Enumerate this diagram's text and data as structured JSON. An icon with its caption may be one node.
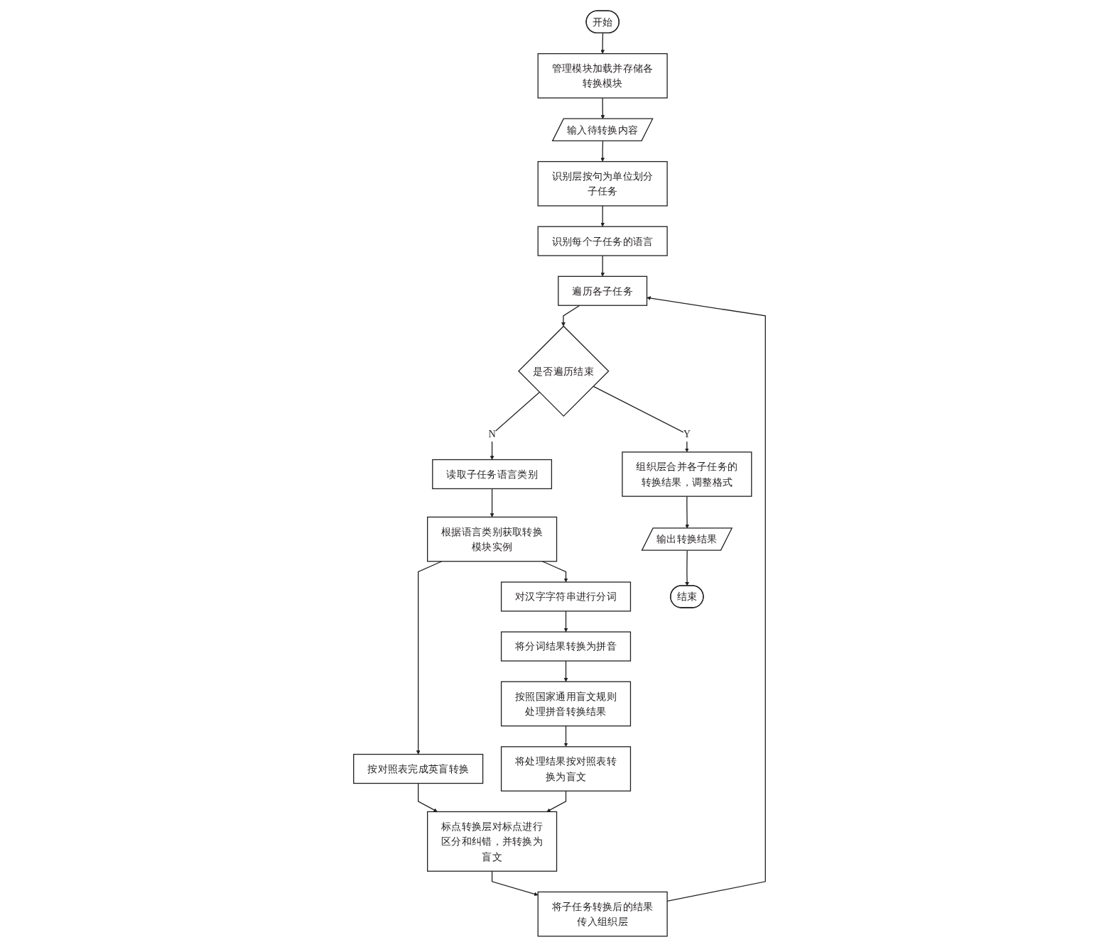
{
  "diagram": {
    "nodes": [
      {
        "text": [
          "开始"
        ]
      },
      {
        "text": [
          "管理模块加载并存储各转换模块"
        ]
      },
      {
        "text": [
          "输入待转换内容"
        ]
      },
      {
        "text": [
          "识别层按句为单位划分子任务"
        ]
      },
      {
        "text": [
          "识别每个子任务的语言"
        ]
      },
      {
        "text": [
          "遍历各子任务"
        ]
      },
      {
        "text": [
          "是否遍历结束"
        ]
      },
      {
        "text": [
          "读取子任务语言类别"
        ]
      },
      {
        "text": [
          "根据语言类别获取转换模块实例"
        ]
      },
      {
        "text": [
          "按对照表完成英盲转换"
        ]
      },
      {
        "text": [
          "对汉字字符串进行分词"
        ]
      },
      {
        "text": [
          "将分词结果转换为拼音"
        ]
      },
      {
        "text": [
          "按照国家通用盲文规则处理拼音转换结果"
        ]
      },
      {
        "text": [
          "将处理结果按对照表转换为盲文"
        ]
      },
      {
        "text": [
          "标点转换层对标点进行区分和纠错，并转换为盲文"
        ]
      },
      {
        "text": [
          "将子任务转换后的结果传入组织层"
        ]
      },
      {
        "text": [
          "组织层合并各子任务的转换结果，调整格式"
        ]
      },
      {
        "text": [
          "输出转换结果"
        ]
      },
      {
        "text": [
          "结束"
        ]
      }
    ],
    "edges": [
      {
        "from": 0,
        "to": 1,
        "arrow": "to"
      },
      {
        "from": 1,
        "to": 2,
        "arrow": "to"
      },
      {
        "from": 2,
        "to": 3,
        "arrow": "to"
      },
      {
        "from": 3,
        "to": 4,
        "arrow": "to"
      },
      {
        "from": 4,
        "to": 5,
        "arrow": "to"
      },
      {
        "from": 15,
        "to": 5,
        "arrow": "to"
      },
      {
        "from": 5,
        "to": 6,
        "arrow": "to"
      },
      {
        "from": 6,
        "to": 7,
        "arrow": "to",
        "label": "N"
      },
      {
        "from": 6,
        "to": 16,
        "arrow": "to",
        "label": "Y"
      },
      {
        "from": 7,
        "to": 8,
        "arrow": "to"
      },
      {
        "from": 8,
        "to": 9,
        "arrow": "to"
      },
      {
        "from": 8,
        "to": 10,
        "arrow": "to"
      },
      {
        "from": 10,
        "to": 11,
        "arrow": "to"
      },
      {
        "from": 11,
        "to": 12,
        "arrow": "to"
      },
      {
        "from": 12,
        "to": 13,
        "arrow": "to"
      },
      {
        "from": 9,
        "to": 14,
        "arrow": "to"
      },
      {
        "from": 13,
        "to": 14,
        "arrow": "to"
      },
      {
        "from": 14,
        "to": 15,
        "arrow": "to"
      },
      {
        "from": 16,
        "to": 17,
        "arrow": "to"
      },
      {
        "from": 17,
        "to": 18,
        "arrow": "to"
      }
    ]
  }
}
